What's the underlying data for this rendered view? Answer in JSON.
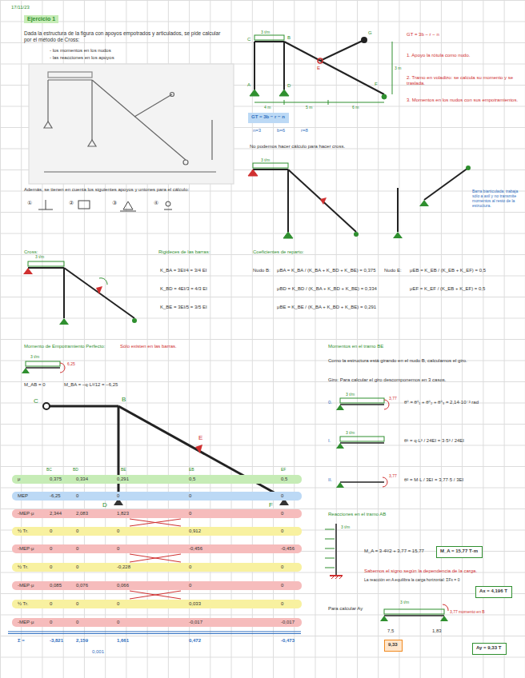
{
  "diagram": {
    "title": "Ejercicio 1",
    "nodes": [
      {
        "text": [
          "GT = 3b − r − n"
        ]
      },
      {
        "text": [
          "μ",
          "0,375",
          "0,334",
          "0,291",
          "0,5",
          "0,5"
        ]
      },
      {
        "text": [
          "MEP",
          "-6,25",
          "0",
          "0",
          "0",
          "0"
        ]
      },
      {
        "text": [
          "-MEP·μ",
          "2,344",
          "2,083",
          "1,823",
          "0",
          "0"
        ]
      },
      {
        "text": [
          "½ Tr.",
          "0",
          "0",
          "0",
          "0,912",
          "0"
        ]
      },
      {
        "text": [
          "-MEP·μ",
          "0",
          "0",
          "0",
          "-0,456",
          "-0,456"
        ]
      },
      {
        "text": [
          "½ Tr.",
          "0",
          "0",
          "-0,228",
          "0",
          "0"
        ]
      },
      {
        "text": [
          "-MEP·μ",
          "0,085",
          "0,076",
          "0,066",
          "0",
          "0"
        ]
      },
      {
        "text": [
          "½ Tr.",
          "0",
          "0",
          "0",
          "0,033",
          "0"
        ]
      },
      {
        "text": [
          "-MEP·μ",
          "0",
          "0",
          "0",
          "-0,017",
          "-0,017"
        ]
      },
      {
        "text": [
          "Σ =",
          "-3,821",
          "2,159",
          "1,661",
          "0,472",
          "-0,473"
        ]
      },
      {
        "text": [
          "M_A = 15,77 T·m"
        ]
      },
      {
        "text": [
          "Ax = 4,196 T"
        ]
      },
      {
        "text": [
          "9,33"
        ]
      },
      {
        "text": [
          "Ay = 9,33 T"
        ]
      }
    ],
    "labels": [
      "17/11/23",
      "Dada la estructura de la figura con apoyos empotrados y articulados, se pide calcular por el método de Cross:",
      "- los momentos en los nudos",
      "- las reacciones en los apoyos",
      "Además, se tienen en cuenta los siguientes apoyos y uniones para el cálculo:",
      "①",
      "②",
      "③",
      "④",
      "3 t/m",
      "C",
      "B",
      "A",
      "D",
      "E",
      "F",
      "G",
      "4 m",
      "5 m",
      "6 m",
      "3 m",
      "GT = 3b − r − n",
      "1. Apoyo la rótula como nudo.",
      "2. Tramo en voladizo: se calcula su momento y se traslada.",
      "3. Momentos en los nudos con sus empotramientos.",
      "n=3",
      "b=6",
      "r=8",
      "No podemos hacer cálculo para hacer cross.",
      "3 t/m",
      "Barra biarticulada: trabaja sólo a axil y no transmite momentos al resto de la estructura.",
      "Cross:",
      "3 t/m",
      "Rigideces de las barras:",
      "K_BA = 3EI/4 = 3/4 EI",
      "K_BD = 4EI/3 = 4/3 EI",
      "K_BE = 3EI/5 = 3/5 EI",
      "Coeficientes de reparto:",
      "Nudo B:",
      "μBA = K_BA / (K_BA + K_BD + K_BE) = 0,375",
      "μBD = K_BD / (K_BA + K_BD + K_BE) = 0,334",
      "μBE = K_BE / (K_BA + K_BD + K_BE) = 0,291",
      "Nudo E:",
      "μEB = K_EB / (K_EB + K_EF) = 0,5",
      "μEF = K_EF / (K_EB + K_EF) = 0,5",
      "Momento de Empotramiento Perfecto:",
      "Sólo existen en las barras.",
      "3 t/m",
      "6,25",
      "M_AB = 0",
      "M_BA = −q·L²/12 = −6,25",
      "C",
      "B",
      "D",
      "E",
      "F",
      "BC",
      "BD",
      "BE",
      "EB",
      "EF",
      "0,001",
      "Momentos en el tramo BE",
      "Como la estructura está girando en el nudo B, calculamos el giro.",
      "Giro: Para calcular el giro descomponemos en 3 casos.",
      "0.",
      "3 t/m",
      "3,77",
      "θ⁰ = θ⁰₁ + θ⁰₂ + θ⁰₃ = 2,14·10⁻³ rad",
      "I.",
      "3 t/m",
      "θ¹ = q·L³ / 24EI = 3·5³ / 24EI",
      "II.",
      "3,77",
      "θ² = M·L / 3EI = 3,77·5 / 3EI",
      "Reacciones en el tramo AB",
      "3 t/m",
      "M_A = 3·4²/2 + 3,77 = 15,77",
      "Sabemos el signo según la dependencia de la carga.",
      "La reacción en A equilibra la carga horizontal: ΣFx = 0",
      "Para calcular Ay",
      "3 t/m",
      "3,77 momento en B",
      "7,5",
      "1,83"
    ]
  }
}
